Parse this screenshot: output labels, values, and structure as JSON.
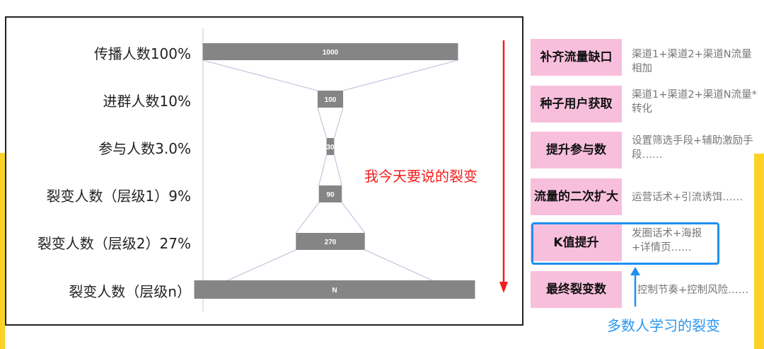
{
  "chart_data": {
    "type": "funnel",
    "categories": [
      "传播人数100%",
      "进群人数10%",
      "参与人数3.0%",
      "裂变人数（层级1）9%",
      "裂变人数（层级2）27%",
      "裂变人数（层级n）"
    ],
    "values": [
      1000,
      100,
      30,
      90,
      270,
      "N"
    ],
    "labels": [
      "1000",
      "100",
      "30",
      "90",
      "270",
      "N"
    ]
  },
  "annotation_red": "我今天要说的裂变",
  "annotation_blue": "多数人学习的裂变",
  "steps": [
    {
      "title": "补齐流量缺口",
      "desc": "渠道1+渠道2+渠道N流量相加"
    },
    {
      "title": "种子用户获取",
      "desc": "渠道1+渠道2+渠道N流量*转化"
    },
    {
      "title": "提升参与数",
      "desc": "设置筛选手段+辅助激励手段……"
    },
    {
      "title": "流量的二次扩大",
      "desc": "运营话术+引流诱饵……"
    },
    {
      "title": "K值提升",
      "desc": "发圈话术+海报+详情页……"
    },
    {
      "title": "最终裂变数",
      "desc": "控制节奏+控制风险……"
    }
  ],
  "colors": {
    "bar": "#858585",
    "connector": "#c5cbe0",
    "red": "#f21d1d",
    "blue": "#1e8ff0",
    "pink": "#f8bfdd",
    "yellow": "#fdd227"
  }
}
